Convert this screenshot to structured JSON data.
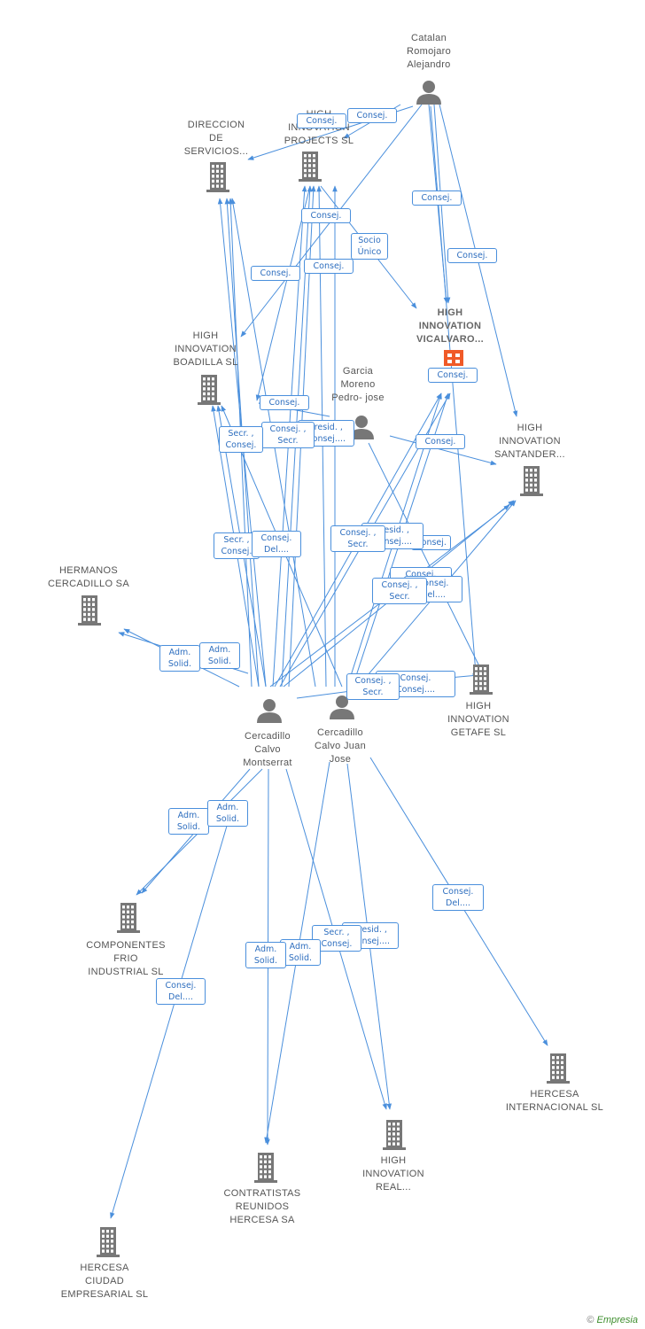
{
  "colors": {
    "edge": "#4a8fdc",
    "company": "#777777",
    "focus_company": "#f05a28",
    "person": "#777777"
  },
  "nodes": [
    {
      "id": "catalan",
      "kind": "person",
      "label": "Catalan\nRomojaro\nAlejandro"
    },
    {
      "id": "direccion",
      "kind": "company",
      "label": "DIRECCION\nDE\nSERVICIOS..."
    },
    {
      "id": "hi_projects",
      "kind": "company",
      "label": "HIGH\nINNOVATION\nPROJECTS SL"
    },
    {
      "id": "hi_vicalvaro",
      "kind": "focus",
      "label": "HIGH\nINNOVATION\nVICALVARO..."
    },
    {
      "id": "hi_boadilla",
      "kind": "company",
      "label": "HIGH\nINNOVATION\nBOADILLA SL"
    },
    {
      "id": "garcia",
      "kind": "person",
      "label": "Garcia\nMoreno\nPedro- jose"
    },
    {
      "id": "hi_santander",
      "kind": "company",
      "label": "HIGH\nINNOVATION\nSANTANDER..."
    },
    {
      "id": "hermanos",
      "kind": "company",
      "label": "HERMANOS\nCERCADILLO SA"
    },
    {
      "id": "hi_getafe",
      "kind": "company",
      "label": "HIGH\nINNOVATION\nGETAFE SL"
    },
    {
      "id": "montserrat",
      "kind": "person",
      "label": "Cercadillo\nCalvo\nMontserrat"
    },
    {
      "id": "juanjose",
      "kind": "person",
      "label": "Cercadillo\nCalvo Juan\nJose"
    },
    {
      "id": "componentes",
      "kind": "company",
      "label": "COMPONENTES\nFRIO\nINDUSTRIAL SL"
    },
    {
      "id": "hercesa_int",
      "kind": "company",
      "label": "HERCESA\nINTERNACIONAL SL"
    },
    {
      "id": "hi_real",
      "kind": "company",
      "label": "HIGH\nINNOVATION\nREAL..."
    },
    {
      "id": "contratistas",
      "kind": "company",
      "label": "CONTRATISTAS\nREUNIDOS\nHERCESA SA"
    },
    {
      "id": "hercesa_ciudad",
      "kind": "company",
      "label": "HERCESA\nCIUDAD\nEMPRESARIAL SL"
    }
  ],
  "edge_labels": [
    "Consej.",
    "Consej.",
    "Consej.",
    "Consej.",
    "Socio\nÚnico",
    "Consej.",
    "Consej.",
    "Consej.",
    "Consej.",
    "Consej.",
    "Consej.",
    "Presid. ,\nConsej....",
    "Consej. ,\nSecr.",
    "Secr. ,\nConsej.",
    "Consej.",
    "Secr. ,\nConsej.",
    "Consej.\nDel....",
    "Presid. ,\nConsej....",
    "Consej.",
    "Consej. ,\nSecr.",
    "Consej.\nDel....",
    "Consej. ,\nSecr.",
    "Adm.\nSolid.",
    "Adm.\nSolid.",
    "Consej.\nConsej....",
    "Consej. ,\nSecr.",
    "Adm.\nSolid.",
    "Adm.\nSolid.",
    "Consej.\nDel....",
    "Consej.\nDel....",
    "Presid. ,\nConsej....",
    "Secr. ,\nConsej.",
    "Adm.\nSolid.",
    "Adm.\nSolid."
  ],
  "brand": {
    "symbol": "©",
    "name": "Empresia"
  }
}
